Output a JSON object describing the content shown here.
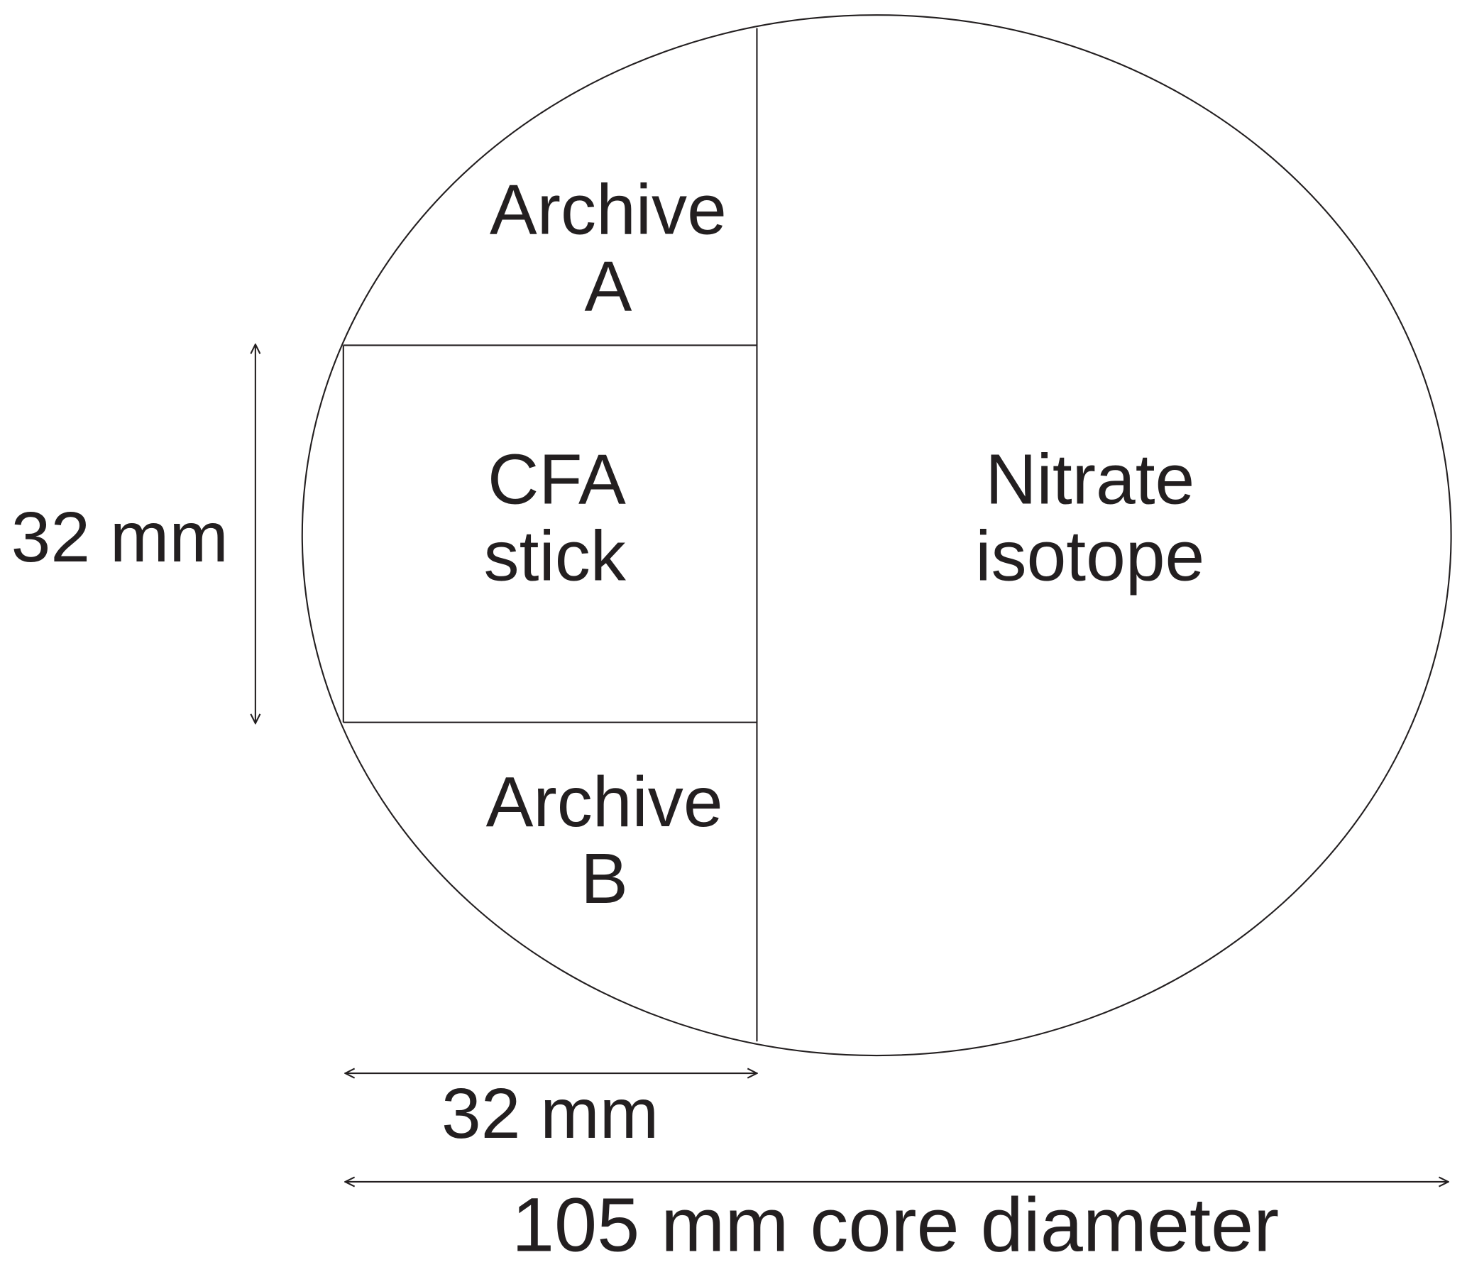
{
  "diagram": {
    "regions": {
      "archive_a": [
        "Archive",
        "A"
      ],
      "cfa_stick": [
        "CFA",
        "stick"
      ],
      "nitrate_isotope": [
        "Nitrate",
        "isotope"
      ],
      "archive_b": [
        "Archive",
        "B"
      ]
    },
    "dimensions": {
      "stick_height": "32 mm",
      "stick_width": "32 mm",
      "core_diameter": "105 mm core diameter"
    }
  }
}
